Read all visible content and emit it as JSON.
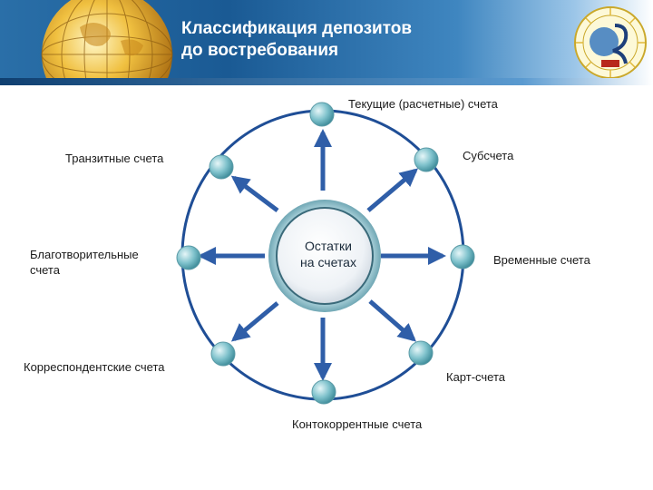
{
  "header": {
    "title_line1": "Классификация депозитов",
    "title_line2": "до востребования"
  },
  "center": {
    "line1": "Остатки",
    "line2": "на счетах"
  },
  "accounts": {
    "current": "Текущие (расчетные) счета",
    "sub": "Субсчета",
    "transit": "Транзитные счета",
    "charity_line1": "Благотворительные",
    "charity_line2": "счета",
    "temporary": "Временные счета",
    "correspondent": "Корреспондентские счета",
    "card": "Карт-счета",
    "contocurrent": "Контокоррентные счета"
  },
  "colors": {
    "ring": "#1f4e96",
    "arrow": "#2f5ea8",
    "node": "#6fb4c0",
    "header": "#2a6fa8"
  },
  "icons": [
    "globe-icon",
    "university-logo-icon"
  ]
}
